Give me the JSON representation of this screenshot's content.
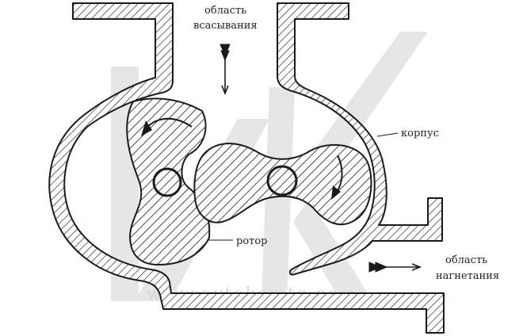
{
  "labels": {
    "suction_line1": "область",
    "suction_line2": "всасывания",
    "housing": "корпус",
    "rotor": "ротор",
    "discharge_line1": "область",
    "discharge_line2": "нагнетания"
  },
  "watermark": {
    "text": "www.avtokomtg.com",
    "logo_text": "АК"
  },
  "colors": {
    "stroke": "#1a1a1a",
    "watermark": "#e2e2e2",
    "background": "#ffffff"
  }
}
